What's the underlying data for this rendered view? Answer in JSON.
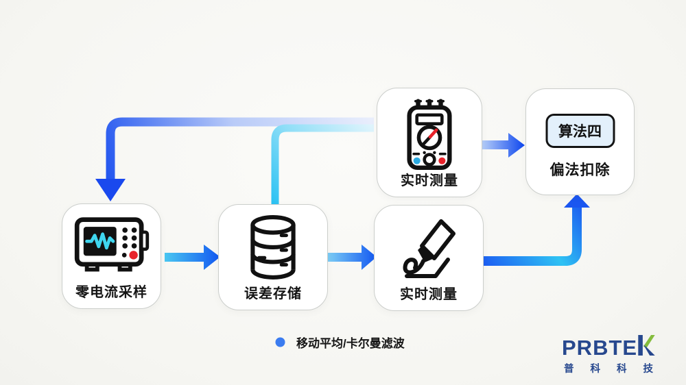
{
  "diagram": {
    "nodes": {
      "zero_sampling": {
        "label": "零电流采样",
        "icon": "oscilloscope-icon"
      },
      "error_storage": {
        "label": "误差存储",
        "icon": "database-icon"
      },
      "realtime_top": {
        "label": "实时测量",
        "icon": "multimeter-icon"
      },
      "realtime_bottom": {
        "label": "实时测量",
        "icon": "probe-icon"
      },
      "offset": {
        "badge": "算法四",
        "label": "偏法扣除"
      }
    },
    "legend": {
      "label": "移动平均/卡尔曼滤波"
    }
  },
  "logo": {
    "brand_prefix": "PRBTE",
    "brand_k": "K",
    "subtext": "普科科技"
  },
  "colors": {
    "arrow_blue_head": "#1a49ee",
    "arrow_fade_blue": "#e9eefc",
    "arrow_mid_blue": "#b9cbf8",
    "arrow_blue": "#2356ef",
    "arrow_fade_cyan": "#dff4fc",
    "arrow_mid_cyan": "#8fdef7",
    "arrow_cyan": "#2cc2f3",
    "arrow_cyan_start": "#4ac7f1",
    "arrow_cyan_soft": "#86d8f5",
    "arrow_blue_end": "#1257f1",
    "arrow_lightblue_start": "#b5cdf8",
    "arrow_deepblue_end": "#0d46ee",
    "elbow_blue": "#1d5ff2",
    "elbow_cyan": "#2fc2f3",
    "elbow_blue_end": "#1a56f0",
    "legend_dot": "#3b7cf0",
    "badge_bg": "#e3f0fb",
    "logo_navy": "#27488e",
    "logo_green": "#84bc3c",
    "wave_cyan": "#3fd6ef",
    "red": "#e8222a",
    "blue_marker": "#2aa9e0"
  }
}
